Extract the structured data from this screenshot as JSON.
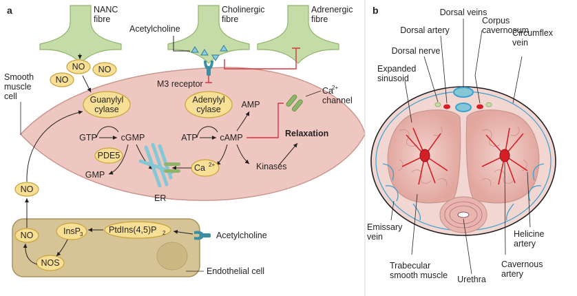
{
  "panel_a": {
    "panel_letter": "a",
    "nerves": {
      "nanc": "NANC\nfibre",
      "acetylcholine": "Acetylcholine",
      "cholinergic": "Cholinergic\nfibre",
      "adrenergic": "Adrenergic\nfibre"
    },
    "cell_labels": {
      "smooth_muscle": "Smooth\nmuscle\ncell",
      "m3": "M3 receptor",
      "ca_channel": "Ca",
      "ca_sup": "2+",
      "channel": "channel",
      "endothelial": "Endothelial cell",
      "acetylcholine_endo": "Acetylcholine"
    },
    "molecules": {
      "no": "NO",
      "guanylyl": "Guanylyl\ncylase",
      "adenylyl": "Adenylyl\ncylase",
      "gtp": "GTP",
      "cgmp": "cGMP",
      "pde5": "PDE5",
      "gmp": "GMP",
      "atp": "ATP",
      "camp": "cAMP",
      "amp": "AMP",
      "ca": "Ca",
      "ca_sup": "2+",
      "kinases": "Kinases",
      "relaxation": "Relaxation",
      "er": "ER",
      "insp": "InsP",
      "insp_sub": "3",
      "ptd": "PtdIns(4,5)P",
      "ptd_sub": "2",
      "nos": "NOS"
    }
  },
  "panel_b": {
    "panel_letter": "b",
    "labels": {
      "dorsal_veins": "Dorsal veins",
      "dorsal_artery": "Dorsal artery",
      "corpus": "Corpus\ncavernosum",
      "dorsal_nerve": "Dorsal nerve",
      "circumflex": "Circumflex\nvein",
      "expanded": "Expanded\nsinusoid",
      "emissary": "Emissary\nvein",
      "trabecular": "Trabecular\nsmooth  muscle",
      "urethra": "Urethra",
      "helicine": "Helicine\nartery",
      "cavernous": "Cavernous\nartery"
    }
  },
  "colors": {
    "nerve_fill": "#c5dba8",
    "nerve_stroke": "#8fb46a",
    "muscle_fill": "#efc7c1",
    "muscle_stroke": "#c9968f",
    "molecule_fill": "#f7df96",
    "molecule_stroke": "#c9a338",
    "endo_fill": "#d6c497",
    "endo_stroke": "#a8925c",
    "receptor": "#3a8fa3",
    "er": "#86c7d6",
    "inhibit": "#d7333f",
    "tissue": "#e8b6ae",
    "vessel_red": "#d41f27",
    "vein_blue": "#3aa0d0"
  }
}
